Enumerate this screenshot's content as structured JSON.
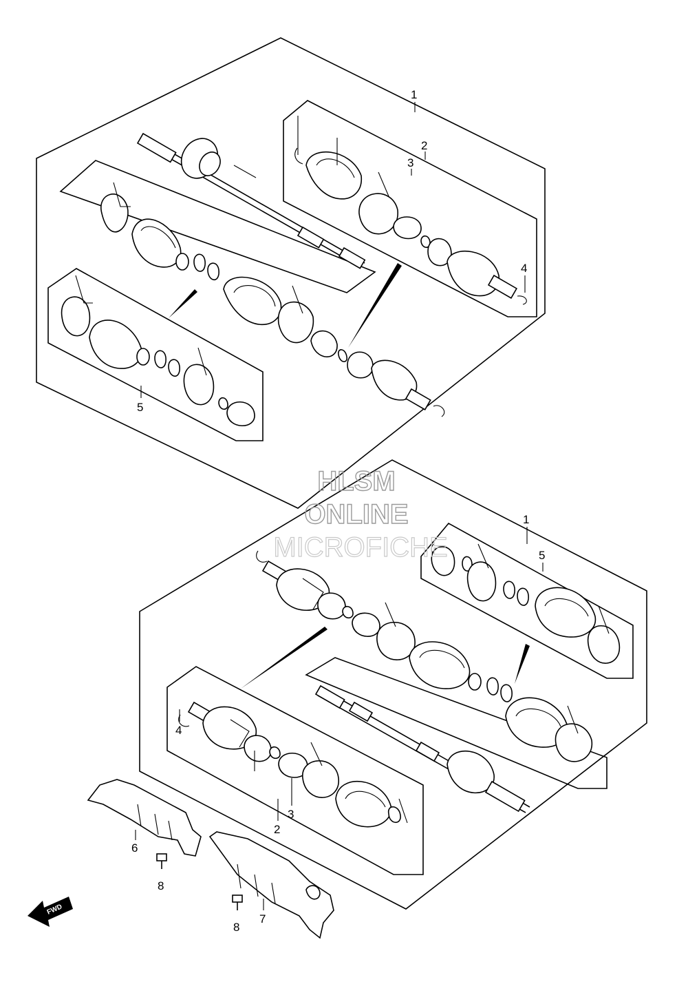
{
  "watermark": {
    "line1": "HLSM",
    "line2": "ONLINE",
    "line3": "MICROFICHE"
  },
  "direction": {
    "label": "FWD",
    "icon": "fwd-arrow-icon"
  },
  "upper_assembly": {
    "labels": {
      "shaft_assy": "1",
      "outer_joint_set": "2",
      "joint_inner": "3",
      "circlip": "4",
      "boot_set": "5"
    }
  },
  "lower_assembly": {
    "labels": {
      "shaft_assy": "1",
      "boot_set": "5",
      "circlip": "4",
      "joint_inner": "3",
      "outer_joint_set": "2"
    }
  },
  "guards": {
    "labels": {
      "guard_left": "6",
      "bolt_left": "8",
      "guard_right": "7",
      "bolt_right": "8"
    }
  }
}
